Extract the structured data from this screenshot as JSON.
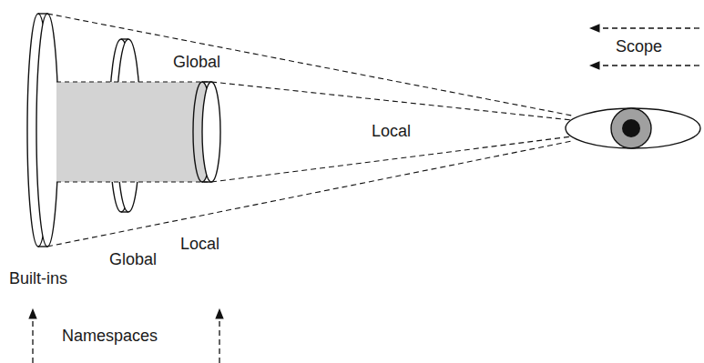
{
  "diagram": {
    "labels": [
      "Scope",
      "Global",
      "Local",
      "Local",
      "Global",
      "Built-ins",
      "Namespaces"
    ]
  }
}
